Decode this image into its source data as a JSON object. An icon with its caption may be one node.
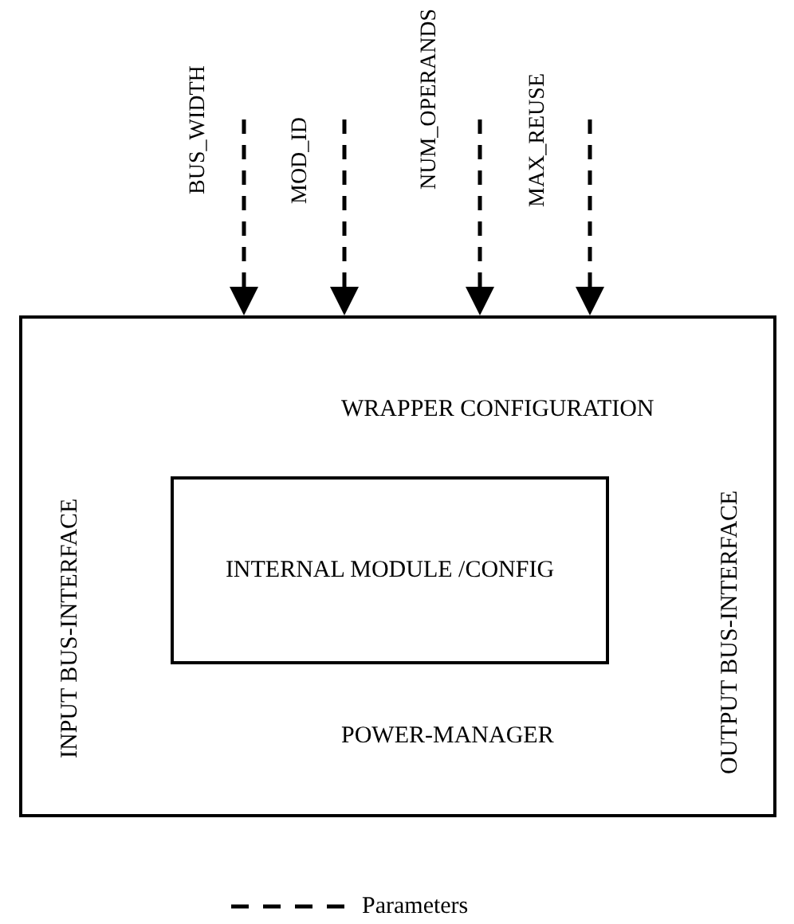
{
  "diagram": {
    "nodes": [
      {
        "text": [
          "WRAPPER CONFIGURATION",
          "POWER-MANAGER",
          "INPUT BUS-INTERFACE",
          "OUTPUT BUS-INTERFACE"
        ]
      },
      {
        "text": [
          "INTERNAL MODULE /CONFIG"
        ],
        "in": 0
      },
      {
        "text": [
          "BUS_WIDTH"
        ]
      },
      {
        "text": [
          "MOD_ID"
        ]
      },
      {
        "text": [
          "NUM_OPERANDS"
        ]
      },
      {
        "text": [
          "MAX_REUSE"
        ]
      }
    ],
    "edges": [
      {
        "from": 2,
        "to": 0,
        "arrow": "to",
        "style": "dashed"
      },
      {
        "from": 3,
        "to": 0,
        "arrow": "to",
        "style": "dashed"
      },
      {
        "from": 4,
        "to": 0,
        "arrow": "to",
        "style": "dashed"
      },
      {
        "from": 5,
        "to": 0,
        "arrow": "to",
        "style": "dashed"
      }
    ],
    "legend": [
      {
        "text": "Parameters"
      }
    ]
  }
}
